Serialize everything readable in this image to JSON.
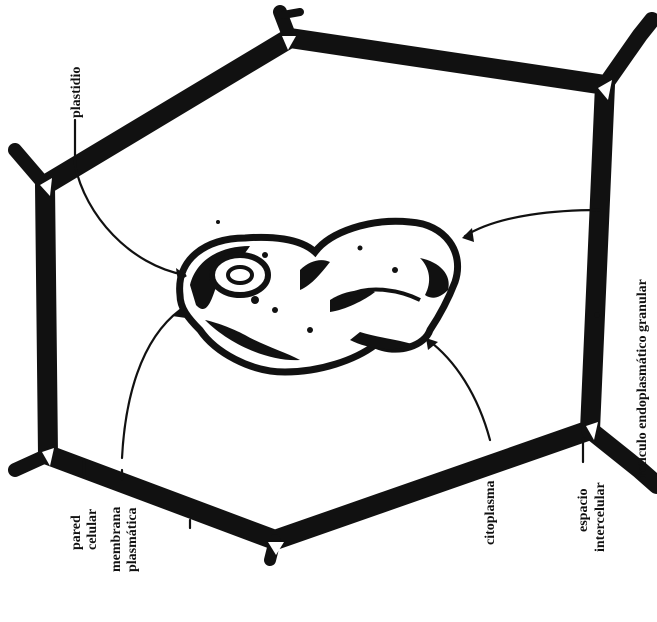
{
  "labels": {
    "plastidio": "plastidio",
    "reticulo": "retículo endoplasmático granular",
    "pared_line1": "pared",
    "pared_line2": "celular",
    "membrana_line1": "membrana",
    "membrana_line2": "plasmática",
    "citoplasma": "citoplasma",
    "espacio_line1": "espacio",
    "espacio_line2": "intercelular"
  },
  "colors": {
    "ink": "#111111",
    "paper": "#ffffff"
  }
}
